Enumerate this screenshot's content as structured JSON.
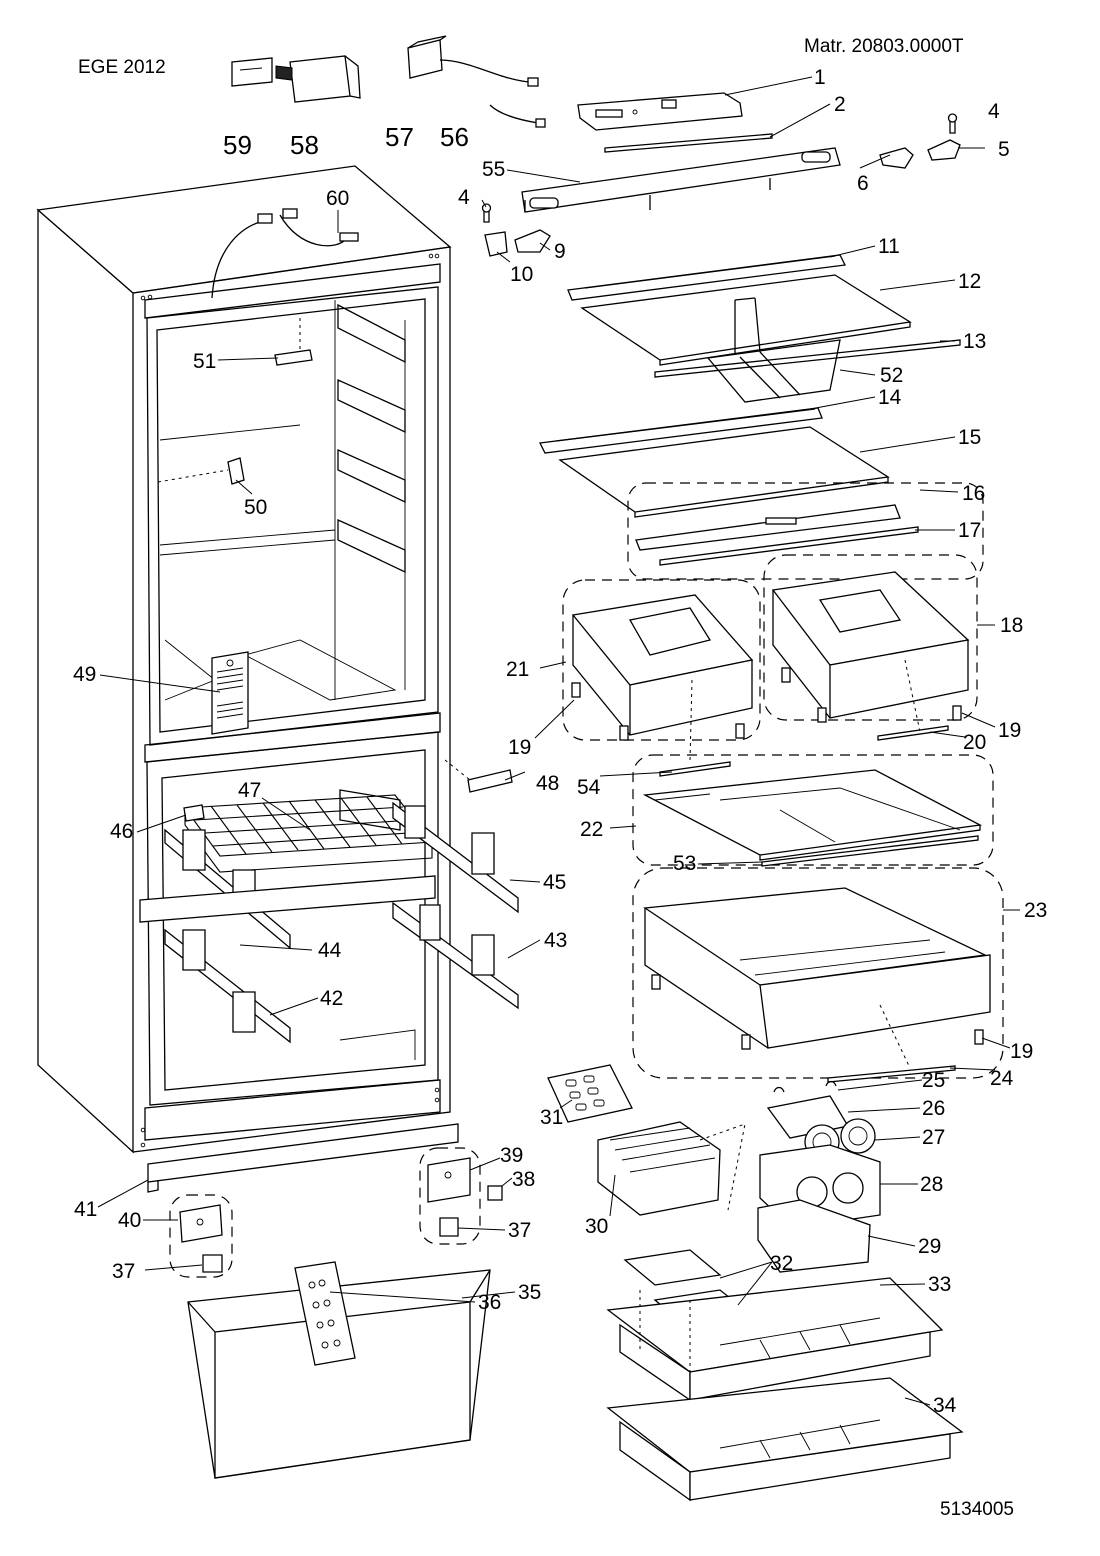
{
  "header": {
    "model": "EGE 2012",
    "material": "Matr. 20803.0000T"
  },
  "footer": {
    "drawing_number": "5134005"
  },
  "callouts": [
    {
      "id": "c1",
      "label": "1"
    },
    {
      "id": "c2",
      "label": "2"
    },
    {
      "id": "c4a",
      "label": "4"
    },
    {
      "id": "c4b",
      "label": "4"
    },
    {
      "id": "c5",
      "label": "5"
    },
    {
      "id": "c6",
      "label": "6"
    },
    {
      "id": "c9",
      "label": "9"
    },
    {
      "id": "c10",
      "label": "10"
    },
    {
      "id": "c11",
      "label": "11"
    },
    {
      "id": "c12",
      "label": "12"
    },
    {
      "id": "c13",
      "label": "13"
    },
    {
      "id": "c14",
      "label": "14"
    },
    {
      "id": "c15",
      "label": "15"
    },
    {
      "id": "c16",
      "label": "16"
    },
    {
      "id": "c17",
      "label": "17"
    },
    {
      "id": "c18",
      "label": "18"
    },
    {
      "id": "c19a",
      "label": "19"
    },
    {
      "id": "c19b",
      "label": "19"
    },
    {
      "id": "c19c",
      "label": "19"
    },
    {
      "id": "c20",
      "label": "20"
    },
    {
      "id": "c21",
      "label": "21"
    },
    {
      "id": "c22",
      "label": "22"
    },
    {
      "id": "c23",
      "label": "23"
    },
    {
      "id": "c24",
      "label": "24"
    },
    {
      "id": "c25",
      "label": "25"
    },
    {
      "id": "c26",
      "label": "26"
    },
    {
      "id": "c27",
      "label": "27"
    },
    {
      "id": "c28",
      "label": "28"
    },
    {
      "id": "c29",
      "label": "29"
    },
    {
      "id": "c30",
      "label": "30"
    },
    {
      "id": "c31",
      "label": "31"
    },
    {
      "id": "c32",
      "label": "32"
    },
    {
      "id": "c33",
      "label": "33"
    },
    {
      "id": "c34",
      "label": "34"
    },
    {
      "id": "c35",
      "label": "35"
    },
    {
      "id": "c36",
      "label": "36"
    },
    {
      "id": "c37a",
      "label": "37"
    },
    {
      "id": "c37b",
      "label": "37"
    },
    {
      "id": "c38",
      "label": "38"
    },
    {
      "id": "c39",
      "label": "39"
    },
    {
      "id": "c40",
      "label": "40"
    },
    {
      "id": "c41",
      "label": "41"
    },
    {
      "id": "c42",
      "label": "42"
    },
    {
      "id": "c43",
      "label": "43"
    },
    {
      "id": "c44",
      "label": "44"
    },
    {
      "id": "c45",
      "label": "45"
    },
    {
      "id": "c46",
      "label": "46"
    },
    {
      "id": "c47",
      "label": "47"
    },
    {
      "id": "c48",
      "label": "48"
    },
    {
      "id": "c49",
      "label": "49"
    },
    {
      "id": "c50",
      "label": "50"
    },
    {
      "id": "c51",
      "label": "51"
    },
    {
      "id": "c52",
      "label": "52"
    },
    {
      "id": "c53",
      "label": "53"
    },
    {
      "id": "c54",
      "label": "54"
    },
    {
      "id": "c55",
      "label": "55"
    },
    {
      "id": "c56",
      "label": "56"
    },
    {
      "id": "c57",
      "label": "57"
    },
    {
      "id": "c58",
      "label": "58"
    },
    {
      "id": "c59",
      "label": "59"
    },
    {
      "id": "c60",
      "label": "60"
    }
  ]
}
